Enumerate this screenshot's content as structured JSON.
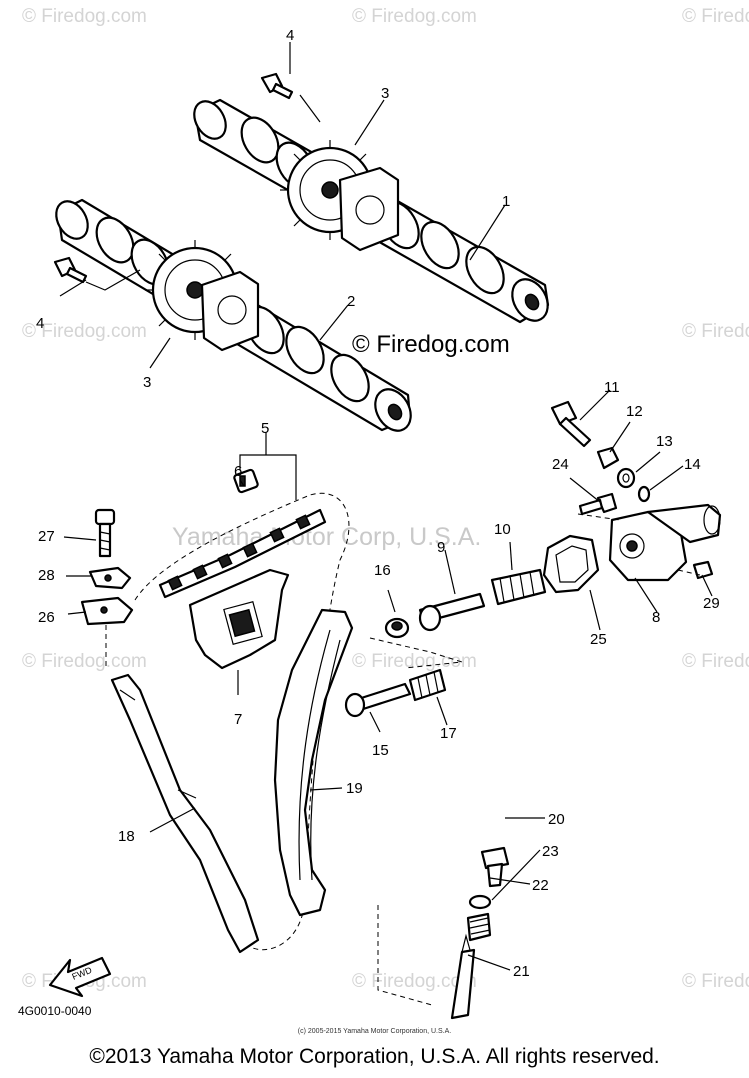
{
  "watermarks": {
    "corner_text": "© Firedog.com",
    "center_text": "Yamaha Motor Corp, U.S.A."
  },
  "site_label": "© Firedog.com",
  "callouts": {
    "p1": "1",
    "p2": "2",
    "p3a": "3",
    "p3b": "3",
    "p4a": "4",
    "p4b": "4",
    "p5": "5",
    "p6": "6",
    "p7": "7",
    "p8": "8",
    "p9": "9",
    "p10": "10",
    "p11": "11",
    "p12": "12",
    "p13": "13",
    "p14": "14",
    "p15": "15",
    "p16": "16",
    "p17": "17",
    "p18": "18",
    "p19": "19",
    "p20": "20",
    "p21": "21",
    "p22": "22",
    "p23": "23",
    "p24": "24",
    "p25": "25",
    "p26": "26",
    "p27": "27",
    "p28": "28",
    "p29": "29"
  },
  "fwd_label": "FWD",
  "diagram_code": "4G0010-0040",
  "small_copyright": "(c) 2005-2015 Yamaha Motor Corporation, U.S.A.",
  "footer_copyright": "©2013 Yamaha Motor Corporation, U.S.A. All rights reserved."
}
